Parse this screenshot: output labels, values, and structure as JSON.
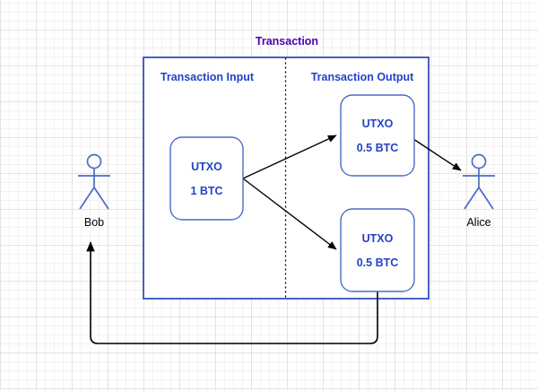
{
  "diagram": {
    "title": "Transaction",
    "container": {
      "input_label": "Transaction Input",
      "output_label": "Transaction Output"
    },
    "nodes": {
      "input_utxo": {
        "title": "UTXO",
        "amount": "1 BTC"
      },
      "output_utxo_1": {
        "title": "UTXO",
        "amount": "0.5 BTC"
      },
      "output_utxo_2": {
        "title": "UTXO",
        "amount": "0.5 BTC"
      }
    },
    "actors": {
      "sender": {
        "label": "Bob"
      },
      "receiver": {
        "label": "Alice"
      }
    },
    "colors": {
      "title_text": "#4c00b2",
      "section_text": "#2342c8",
      "node_border": "#4a6cc8",
      "container_border": "#3350c0",
      "actor_stroke": "#4a6cc8",
      "actor_label": "#000000",
      "arrow": "#000000",
      "grid_major": "#e5e2e2",
      "grid_minor": "#f3f1f1"
    }
  }
}
